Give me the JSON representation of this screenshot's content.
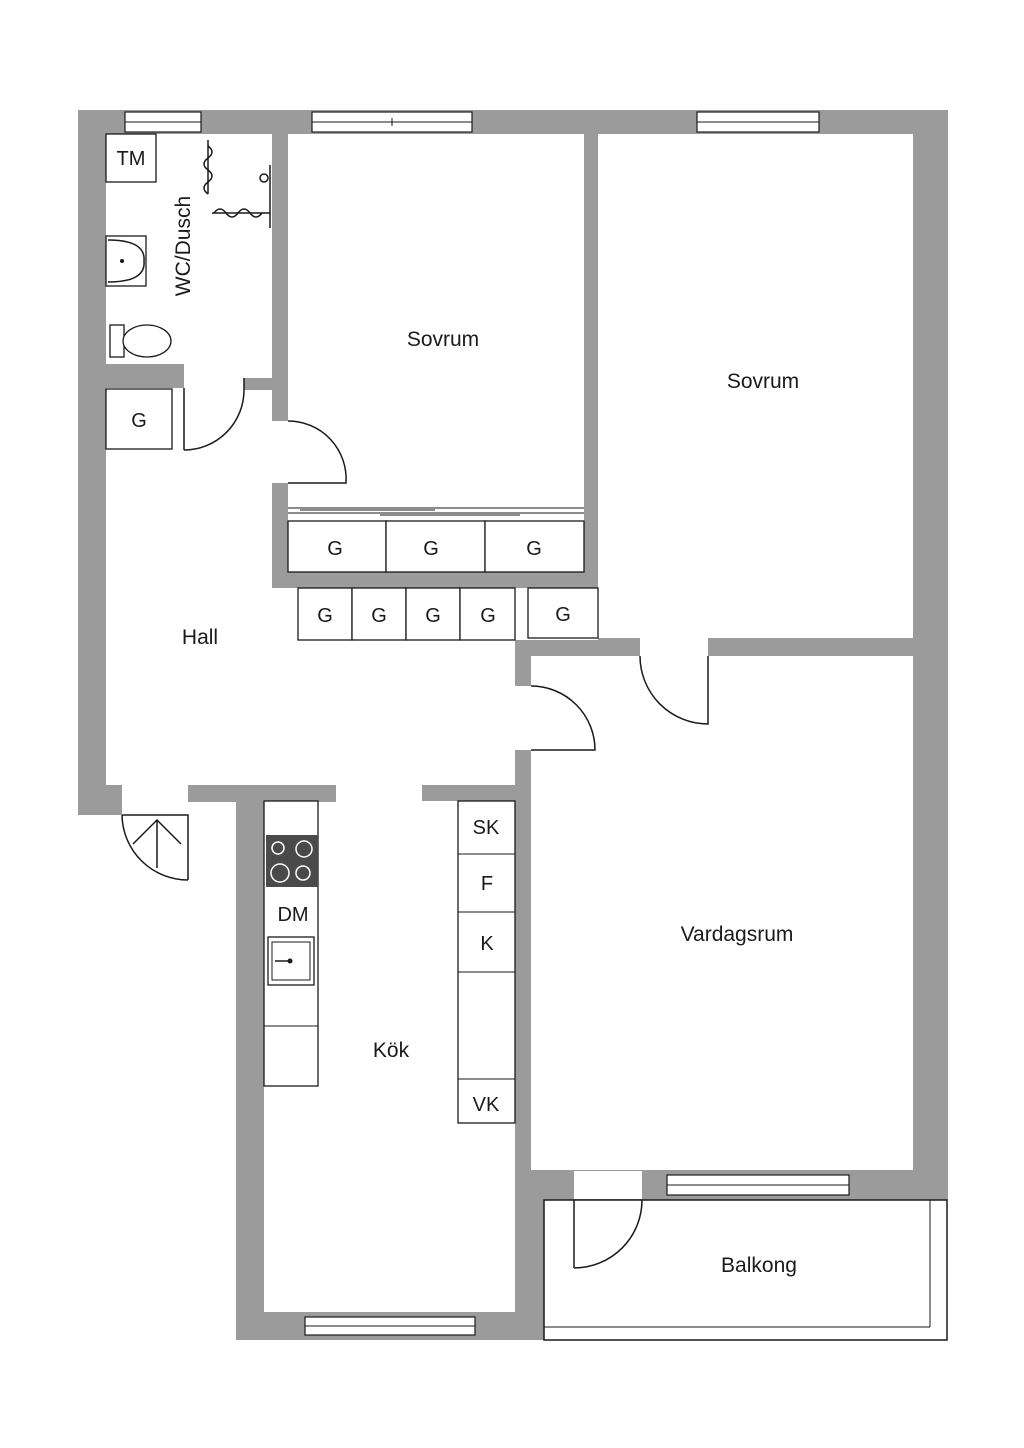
{
  "rooms": {
    "wc": "WC/Dusch",
    "bedroom_1": "Sovrum",
    "bedroom_2": "Sovrum",
    "hall": "Hall",
    "kitchen": "Kök",
    "living": "Vardagsrum",
    "balcony": "Balkong"
  },
  "fixtures": {
    "tm": "TM",
    "g": "G",
    "dm": "DM",
    "sk": "SK",
    "f": "F",
    "k": "K",
    "vk": "VK"
  },
  "colors": {
    "wall": "#9b9b9b",
    "line": "#1a1a1a",
    "stove": "#4a4a4a"
  }
}
